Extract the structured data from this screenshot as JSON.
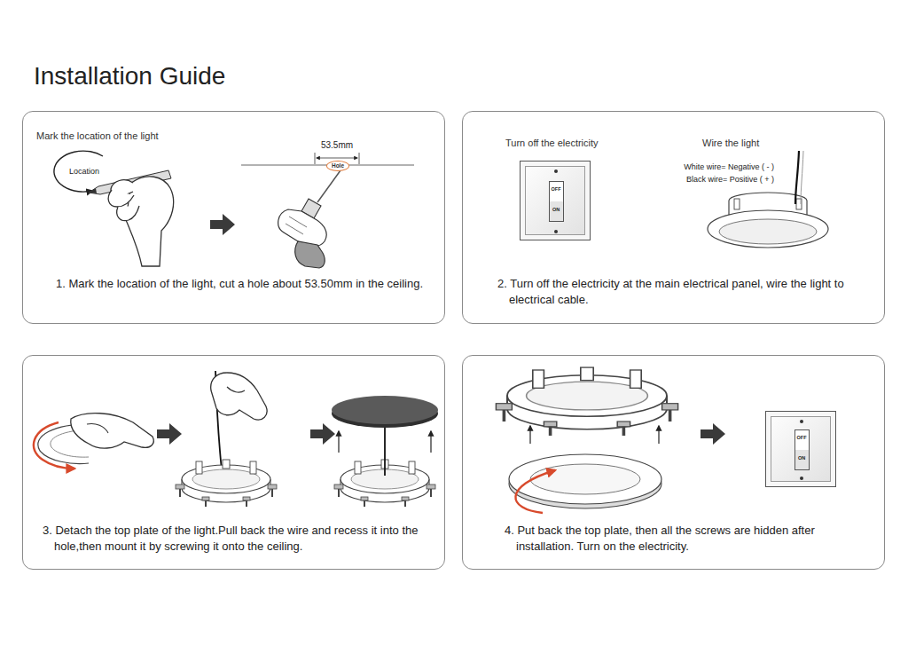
{
  "diagram": {
    "title": "Installation Guide",
    "nodes": [
      {
        "text": [
          "Mark the location of the light",
          "1. Mark the location of the light, cut a hole about 53.50mm in the ceiling."
        ]
      },
      {
        "text": [
          "Hole"
        ],
        "in": 0
      },
      {
        "text": [
          "Turn off the electricity",
          "Wire the light",
          "2. Turn off the electricity at the main electrical panel, wire the light to electrical cable."
        ]
      },
      {
        "text": [
          "OFF",
          "ON"
        ],
        "in": 2
      },
      {
        "text": [
          "3. Detach the top plate of the light.Pull back the wire and recess it into the hole,then mount it by screwing it onto the ceiling."
        ]
      },
      {
        "text": [
          "4. Put back the top plate, then all the screws are hidden after installation. Turn on the electricity."
        ]
      },
      {
        "text": [
          "OFF",
          "ON"
        ],
        "in": 5
      }
    ],
    "labels": [
      "Location",
      "53.5mm",
      "White wire= Negative ( - )",
      "Black wire= Positive ( + )"
    ]
  }
}
